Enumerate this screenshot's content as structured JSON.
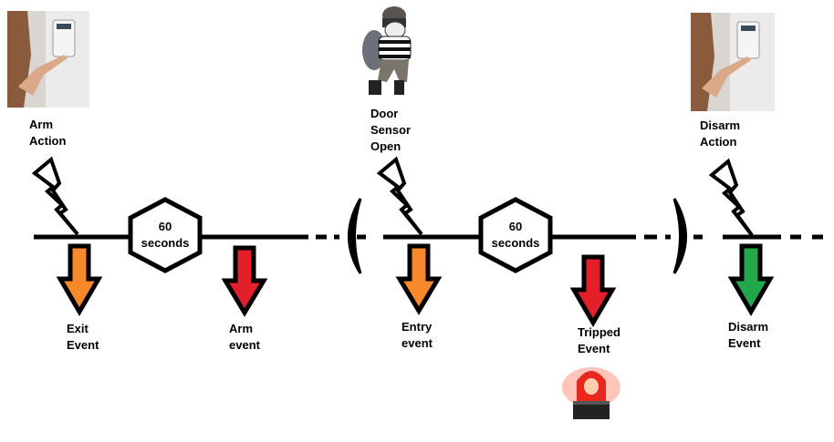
{
  "title": "Alarm arming / entry timeline",
  "colors": {
    "orange": "#f7892b",
    "red": "#e3202a",
    "green": "#22a84a"
  },
  "top_labels": {
    "arm_action": [
      "Arm",
      "Action"
    ],
    "door_sensor": [
      "Door",
      "Sensor",
      "Open"
    ],
    "disarm_action": [
      "Disarm",
      "Action"
    ]
  },
  "timers": [
    {
      "value": "60",
      "unit": "seconds"
    },
    {
      "value": "60",
      "unit": "seconds"
    }
  ],
  "events": {
    "exit": [
      "Exit",
      "Event"
    ],
    "arm": [
      "Arm",
      "event"
    ],
    "entry": [
      "Entry",
      "event"
    ],
    "tripped": [
      "Tripped",
      "Event"
    ],
    "disarm": [
      "Disarm",
      "Event"
    ]
  }
}
